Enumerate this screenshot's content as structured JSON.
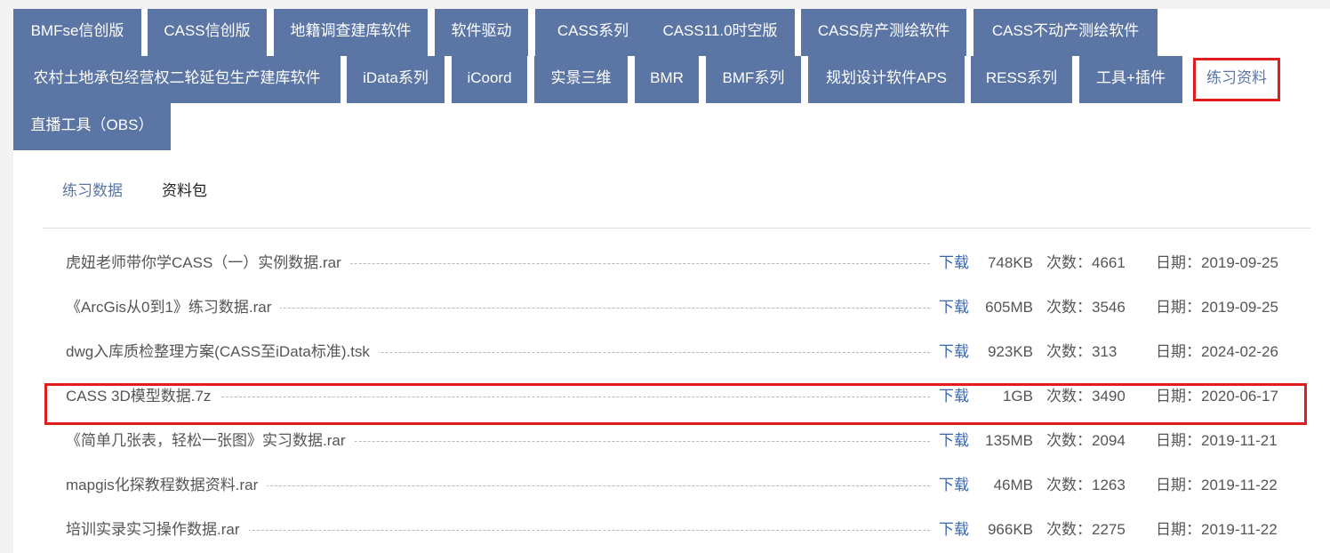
{
  "tabs": [
    {
      "label": "BMFse信创版"
    },
    {
      "label": "CASS信创版"
    },
    {
      "label": "地籍调查建库软件"
    },
    {
      "label": "软件驱动"
    },
    {
      "label": "CASS系列"
    },
    {
      "label": "CASS11.0时空版"
    },
    {
      "label": "CASS房产测绘软件"
    },
    {
      "label": "CASS不动产测绘软件"
    },
    {
      "label": "农村土地承包经营权二轮延包生产建库软件"
    },
    {
      "label": "iData系列"
    },
    {
      "label": "iCoord"
    },
    {
      "label": "实景三维"
    },
    {
      "label": "BMR"
    },
    {
      "label": "BMF系列"
    },
    {
      "label": "规划设计软件APS"
    },
    {
      "label": "RESS系列"
    },
    {
      "label": "工具+插件"
    },
    {
      "label": "练习资料"
    },
    {
      "label": "直播工具（OBS）"
    }
  ],
  "subtabs": [
    {
      "label": "练习数据"
    },
    {
      "label": "资料包"
    }
  ],
  "files": [
    {
      "name": "虎妞老师带你学CASS（一）实例数据.rar",
      "download": "下载",
      "size": "748KB",
      "count": "次数：4661",
      "date": "日期：2019-09-25"
    },
    {
      "name": "《ArcGis从0到1》练习数据.rar",
      "download": "下载",
      "size": "605MB",
      "count": "次数：3546",
      "date": "日期：2019-09-25"
    },
    {
      "name": "dwg入库质检整理方案(CASS至iData标准).tsk",
      "download": "下载",
      "size": "923KB",
      "count": "次数：313",
      "date": "日期：2024-02-26"
    },
    {
      "name": "CASS 3D模型数据.7z",
      "download": "下载",
      "size": "1GB",
      "count": "次数：3490",
      "date": "日期：2020-06-17"
    },
    {
      "name": "《简单几张表，轻松一张图》实习数据.rar",
      "download": "下载",
      "size": "135MB",
      "count": "次数：2094",
      "date": "日期：2019-11-21"
    },
    {
      "name": "mapgis化探教程数据资料.rar",
      "download": "下载",
      "size": "46MB",
      "count": "次数：1263",
      "date": "日期：2019-11-22"
    },
    {
      "name": "培训实录实习操作数据.rar",
      "download": "下载",
      "size": "966KB",
      "count": "次数：2275",
      "date": "日期：2019-11-22"
    }
  ],
  "colors": {
    "tab_bg": "#5b75a5",
    "highlight": "#e01e1e",
    "link": "#3a66b0"
  }
}
